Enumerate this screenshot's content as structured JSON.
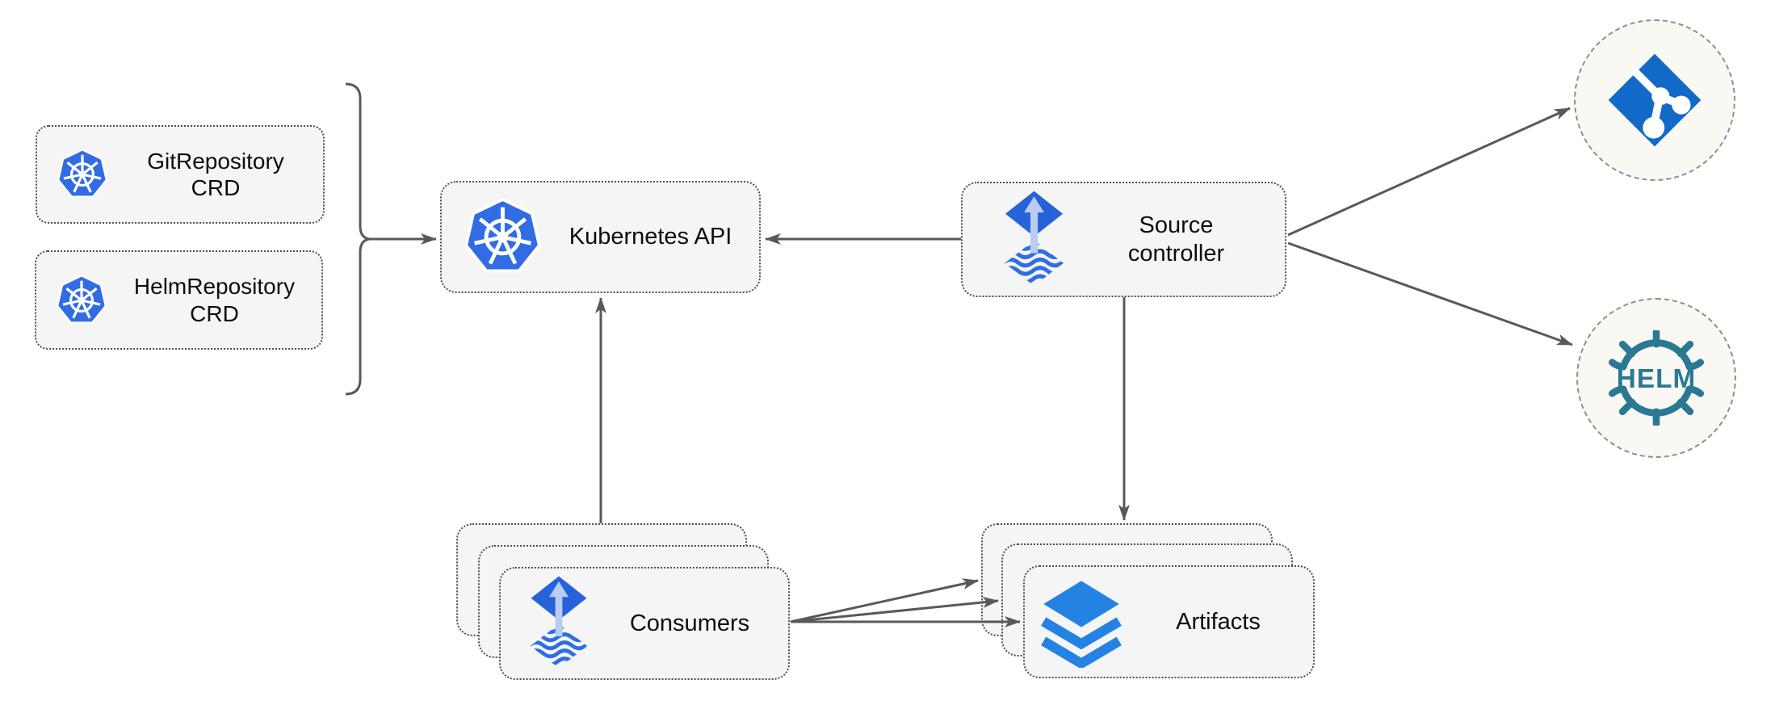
{
  "nodes": {
    "git_crd": {
      "label": "GitRepository\nCRD"
    },
    "helm_crd": {
      "label": "HelmRepository\nCRD"
    },
    "k8s_api": {
      "label": "Kubernetes API"
    },
    "source_controller": {
      "label": "Source\ncontroller"
    },
    "consumers": {
      "label": "Consumers",
      "stack_count": 3
    },
    "artifacts": {
      "label": "Artifacts",
      "stack_count": 3
    },
    "git_repository": {
      "icon": "git-icon"
    },
    "helm_repository": {
      "icon": "helm-icon",
      "logo_text": "HELM"
    }
  },
  "edges": [
    {
      "from": "crd-group",
      "to": "kubernetes-api"
    },
    {
      "from": "source-controller",
      "to": "kubernetes-api"
    },
    {
      "from": "consumers",
      "to": "kubernetes-api"
    },
    {
      "from": "source-controller",
      "to": "artifacts"
    },
    {
      "from": "source-controller",
      "to": "git-repository"
    },
    {
      "from": "source-controller",
      "to": "helm-repository"
    },
    {
      "from": "consumers",
      "to": "artifacts",
      "arrow_count": 3
    }
  ],
  "colors": {
    "edge": "#595959",
    "box_fill": "#f5f5f5",
    "box_border": "#4f4f4f",
    "circle_fill": "#faf8f3",
    "circle_border": "#8f8f8f",
    "kubernetes_blue": "#326ce5",
    "flux_blue": "#2663d8",
    "flux_wave_blue": "#2f6fe0",
    "flux_arrow_light": "#b9cdf0",
    "git_blue": "#1169c8",
    "helm_teal": "#2a7894",
    "layers_blue": "#2482e3",
    "label_color": "#0d0d0d"
  }
}
